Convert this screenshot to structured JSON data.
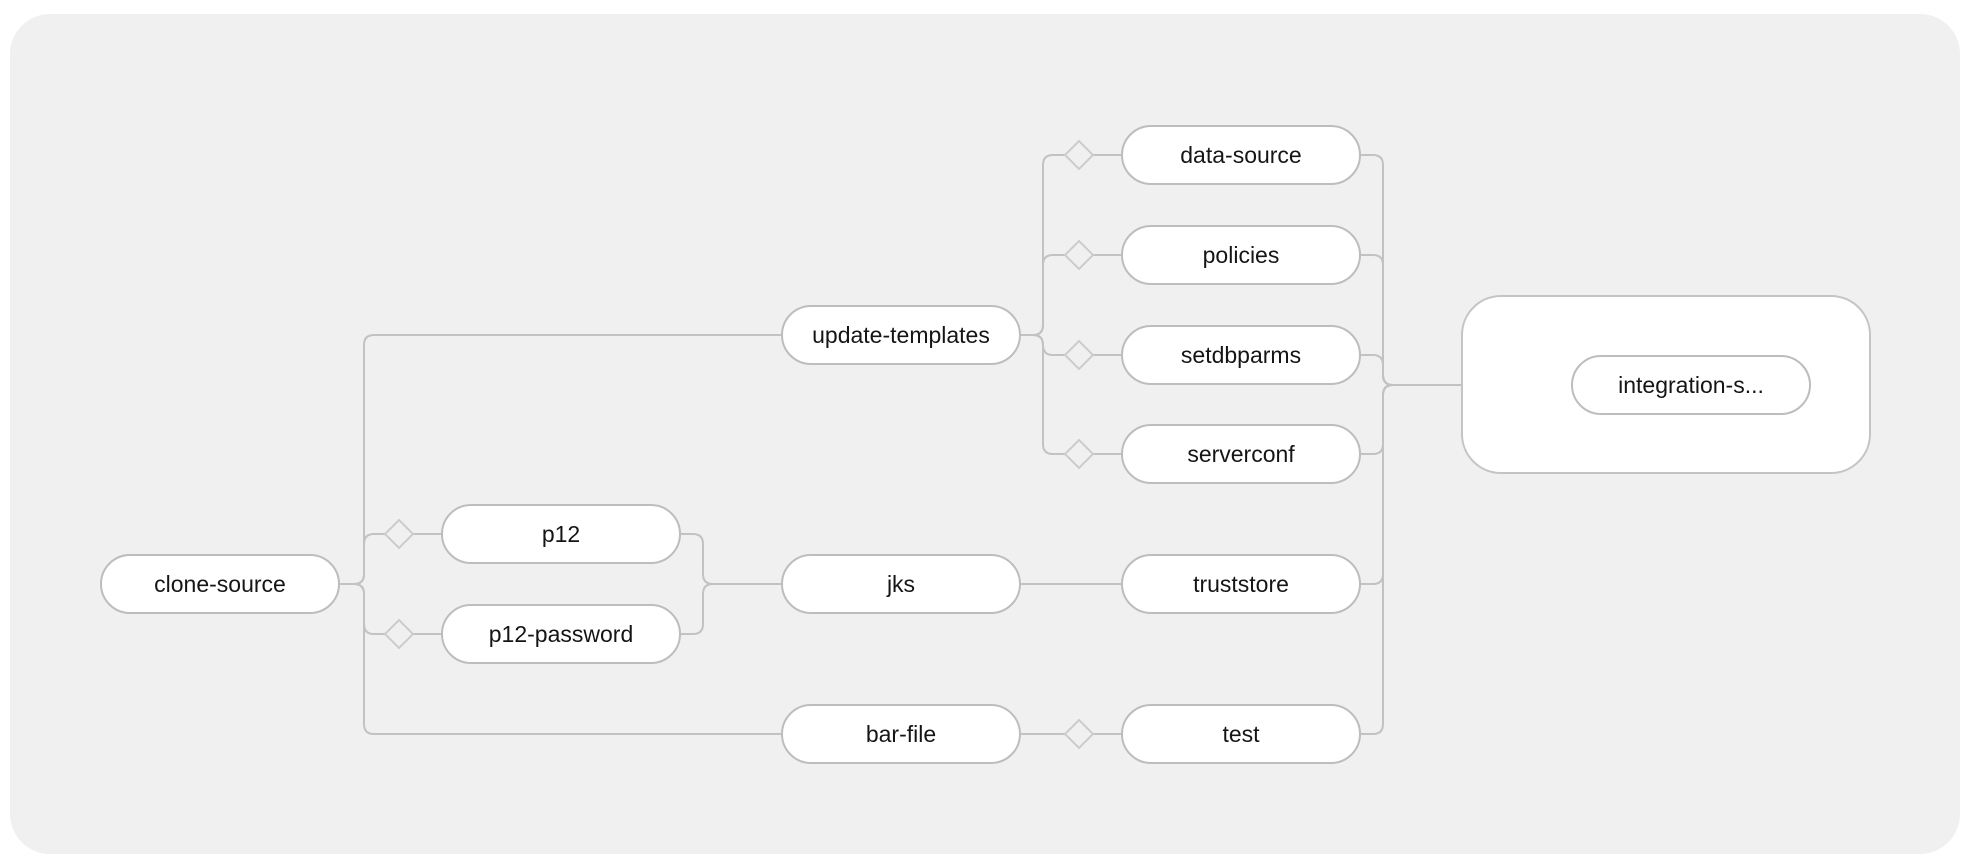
{
  "pipeline": {
    "tasks": {
      "clone_source": "clone-source",
      "update_templates": "update-templates",
      "p12": "p12",
      "p12_password": "p12-password",
      "jks": "jks",
      "bar_file": "bar-file",
      "data_source": "data-source",
      "policies": "policies",
      "setdbparms": "setdbparms",
      "serverconf": "serverconf",
      "truststore": "truststore",
      "test": "test",
      "integration_server": "integration-s..."
    },
    "when_expressions": [
      "p12",
      "p12-password",
      "data-source",
      "policies",
      "setdbparms",
      "serverconf",
      "test"
    ]
  }
}
